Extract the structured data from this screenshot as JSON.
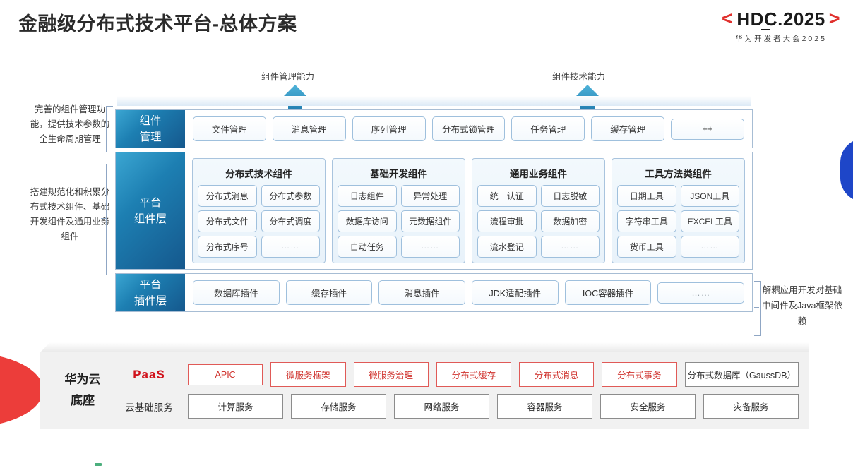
{
  "header": {
    "title": "金融级分布式技术平台-总体方案",
    "logo": {
      "left_angle": "<",
      "main": "HDC.2025",
      "right_angle": ">",
      "subtitle": "华为开发者大会2025"
    }
  },
  "arrows": [
    {
      "label": "组件管理能力",
      "icon": "up-arrow-icon"
    },
    {
      "label": "组件技术能力",
      "icon": "up-arrow-icon"
    }
  ],
  "side_notes": {
    "left_top": "完善的组件管理功能，提供技术参数的全生命周期管理",
    "left_bottom": "搭建规范化和积累分布式技术组件、基础开发组件及通用业务组件",
    "right": "解耦应用开发对基础中间件及Java框架依赖"
  },
  "layers": {
    "component_management": {
      "label_line1": "组件",
      "label_line2": "管理",
      "chips": [
        "文件管理",
        "消息管理",
        "序列管理",
        "分布式锁管理",
        "任务管理",
        "缓存管理",
        "++"
      ]
    },
    "platform_component": {
      "label_line1": "平台",
      "label_line2": "组件层",
      "groups": [
        {
          "title": "分布式技术组件",
          "rows": [
            [
              "分布式消息",
              "分布式参数"
            ],
            [
              "分布式文件",
              "分布式调度"
            ],
            [
              "分布式序号",
              "……"
            ]
          ]
        },
        {
          "title": "基础开发组件",
          "rows": [
            [
              "日志组件",
              "异常处理"
            ],
            [
              "数据库访问",
              "元数据组件"
            ],
            [
              "自动任务",
              "……"
            ]
          ]
        },
        {
          "title": "通用业务组件",
          "rows": [
            [
              "统一认证",
              "日志脱敏"
            ],
            [
              "流程审批",
              "数据加密"
            ],
            [
              "流水登记",
              "……"
            ]
          ]
        },
        {
          "title": "工具方法类组件",
          "rows": [
            [
              "日期工具",
              "JSON工具"
            ],
            [
              "字符串工具",
              "EXCEL工具"
            ],
            [
              "货币工具",
              "……"
            ]
          ]
        }
      ]
    },
    "platform_plugin": {
      "label_line1": "平台",
      "label_line2": "插件层",
      "chips": [
        "数据库插件",
        "缓存插件",
        "消息插件",
        "JDK适配插件",
        "IOC容器插件",
        "……"
      ]
    }
  },
  "cloud_base": {
    "title_line1": "华为云",
    "title_line2": "底座",
    "paas_label": "PaaS",
    "paas_items": [
      "APIC",
      "微服务框架",
      "微服务治理",
      "分布式缓存",
      "分布式消息",
      "分布式事务",
      "分布式数据库（GaussDB）"
    ],
    "infra_label": "云基础服务",
    "infra_items": [
      "计算服务",
      "存储服务",
      "网络服务",
      "容器服务",
      "安全服务",
      "灾备服务"
    ]
  },
  "colors": {
    "brand_red": "#d0121b",
    "accent_blue": "#1d7fb2",
    "deco_blue": "#1e46c8",
    "deco_red": "#ec3d3a"
  }
}
